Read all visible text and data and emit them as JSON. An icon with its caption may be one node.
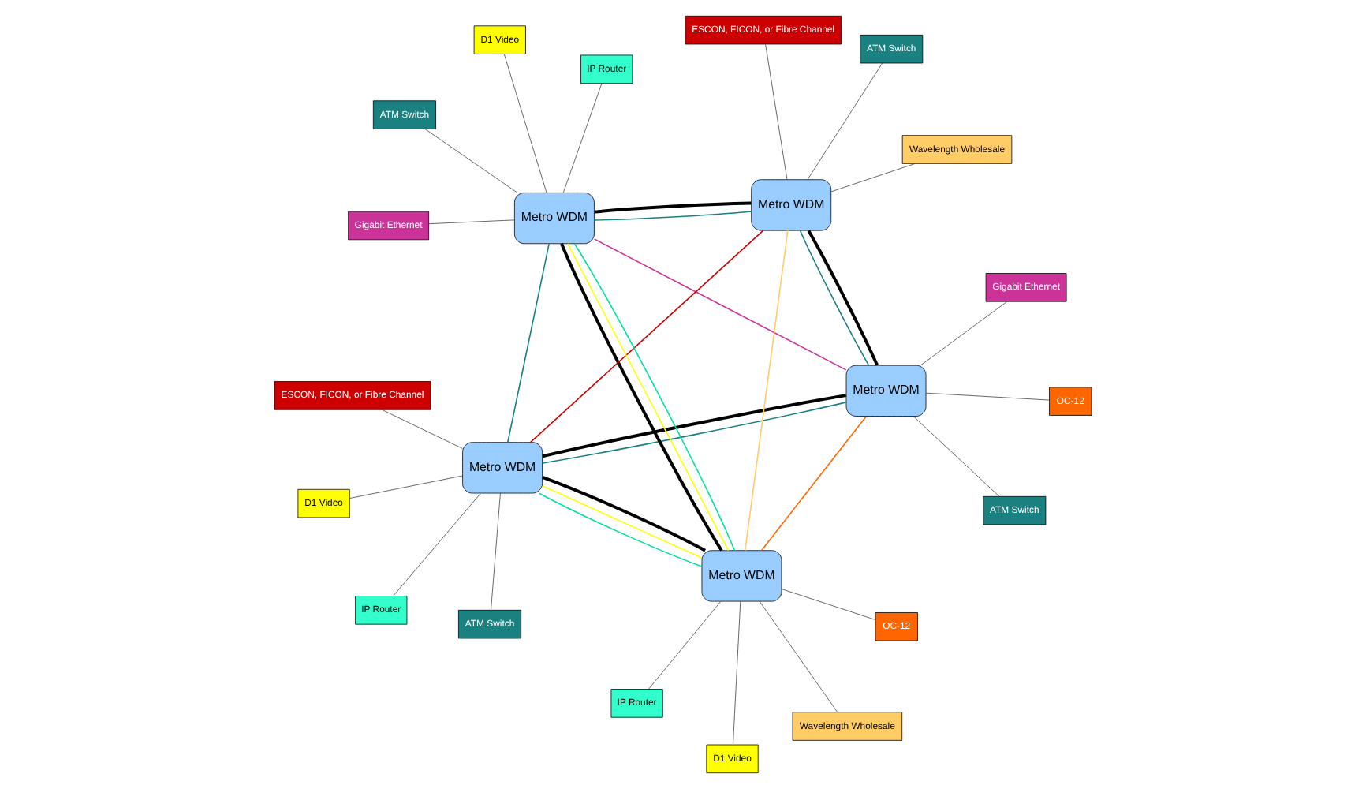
{
  "diagram": {
    "nodes": [
      {
        "text": [
          "D1 Video"
        ]
      },
      {
        "text": [
          "ATM Switch"
        ]
      },
      {
        "text": [
          "IP Router"
        ]
      },
      {
        "text": [
          "ESCON, FICON, or Fibre Channel"
        ]
      },
      {
        "text": [
          "OC-12"
        ]
      },
      {
        "text": [
          "Gigabit Ethernet"
        ]
      },
      {
        "text": [
          "Metro WDM"
        ]
      },
      {
        "text": [
          "OC-12"
        ]
      },
      {
        "text": [
          "IP Router"
        ]
      },
      {
        "text": [
          "Metro WDM"
        ]
      },
      {
        "text": [
          "ATM Switch"
        ]
      },
      {
        "text": [
          "Metro WDM"
        ]
      },
      {
        "text": [
          "Wavelength Wholesale"
        ]
      },
      {
        "text": [
          "ATM Switch"
        ]
      },
      {
        "text": [
          "Metro WDM"
        ]
      },
      {
        "text": [
          "Wavelength Wholesale"
        ]
      },
      {
        "text": [
          "D1 Video"
        ]
      },
      {
        "text": [
          "Metro WDM"
        ]
      },
      {
        "text": [
          "ESCON, FICON, or Fibre Channel"
        ]
      },
      {
        "text": [
          "ATM Switch"
        ]
      },
      {
        "text": [
          "IP Router"
        ]
      },
      {
        "text": [
          "Gigabit Ethernet"
        ]
      },
      {
        "text": [
          "D1 Video"
        ]
      }
    ],
    "edges": [
      {
        "from": 0,
        "to": 6,
        "arrow": "none"
      },
      {
        "from": 1,
        "to": 6,
        "arrow": "none"
      },
      {
        "from": 2,
        "to": 6,
        "arrow": "none"
      },
      {
        "from": 3,
        "to": 6,
        "arrow": "none"
      },
      {
        "from": 4,
        "to": 9,
        "arrow": "none"
      },
      {
        "from": 5,
        "to": 9,
        "arrow": "none"
      },
      {
        "from": 10,
        "to": 9,
        "arrow": "none"
      },
      {
        "from": 7,
        "to": 11,
        "arrow": "none"
      },
      {
        "from": 8,
        "to": 11,
        "arrow": "none"
      },
      {
        "from": 15,
        "to": 11,
        "arrow": "none"
      },
      {
        "from": 16,
        "to": 11,
        "arrow": "none"
      },
      {
        "from": 12,
        "to": 14,
        "arrow": "none"
      },
      {
        "from": 13,
        "to": 14,
        "arrow": "none"
      },
      {
        "from": 18,
        "to": 14,
        "arrow": "none"
      },
      {
        "from": 19,
        "to": 17,
        "arrow": "none"
      },
      {
        "from": 20,
        "to": 17,
        "arrow": "none"
      },
      {
        "from": 21,
        "to": 17,
        "arrow": "none"
      },
      {
        "from": 22,
        "to": 17,
        "arrow": "none"
      },
      {
        "from": 6,
        "to": 9,
        "arrow": "none",
        "style": "thick",
        "color": "#000000"
      },
      {
        "from": 6,
        "to": 11,
        "arrow": "none",
        "style": "thick",
        "color": "#000000"
      },
      {
        "from": 11,
        "to": 17,
        "arrow": "none",
        "style": "thick",
        "color": "#000000"
      },
      {
        "from": 17,
        "to": 14,
        "arrow": "none",
        "style": "thick",
        "color": "#000000"
      },
      {
        "from": 14,
        "to": 9,
        "arrow": "none",
        "style": "thick",
        "color": "#000000"
      },
      {
        "from": 9,
        "to": 11,
        "arrow": "none",
        "color": "#ff6600"
      },
      {
        "from": 9,
        "to": 17,
        "arrow": "none",
        "color": "#cc3399"
      },
      {
        "from": 14,
        "to": 6,
        "arrow": "none",
        "color": "#cc0000"
      },
      {
        "from": 14,
        "to": 11,
        "arrow": "none",
        "color": "#ffcc66"
      },
      {
        "from": 6,
        "to": 17,
        "arrow": "none",
        "color": "#1a8080"
      },
      {
        "from": 9,
        "to": 6,
        "arrow": "none",
        "color": "#1a8080"
      },
      {
        "from": 9,
        "to": 14,
        "arrow": "none",
        "color": "#1a8080"
      },
      {
        "from": 14,
        "to": 17,
        "arrow": "none",
        "color": "#1a8080"
      },
      {
        "from": 6,
        "to": 11,
        "arrow": "none",
        "color": "#00e0a0"
      },
      {
        "from": 17,
        "to": 11,
        "arrow": "none",
        "color": "#00e0a0"
      },
      {
        "from": 6,
        "to": 11,
        "arrow": "none",
        "color": "#ffff00"
      },
      {
        "from": 17,
        "to": 11,
        "arrow": "none",
        "color": "#ffff00"
      }
    ]
  }
}
